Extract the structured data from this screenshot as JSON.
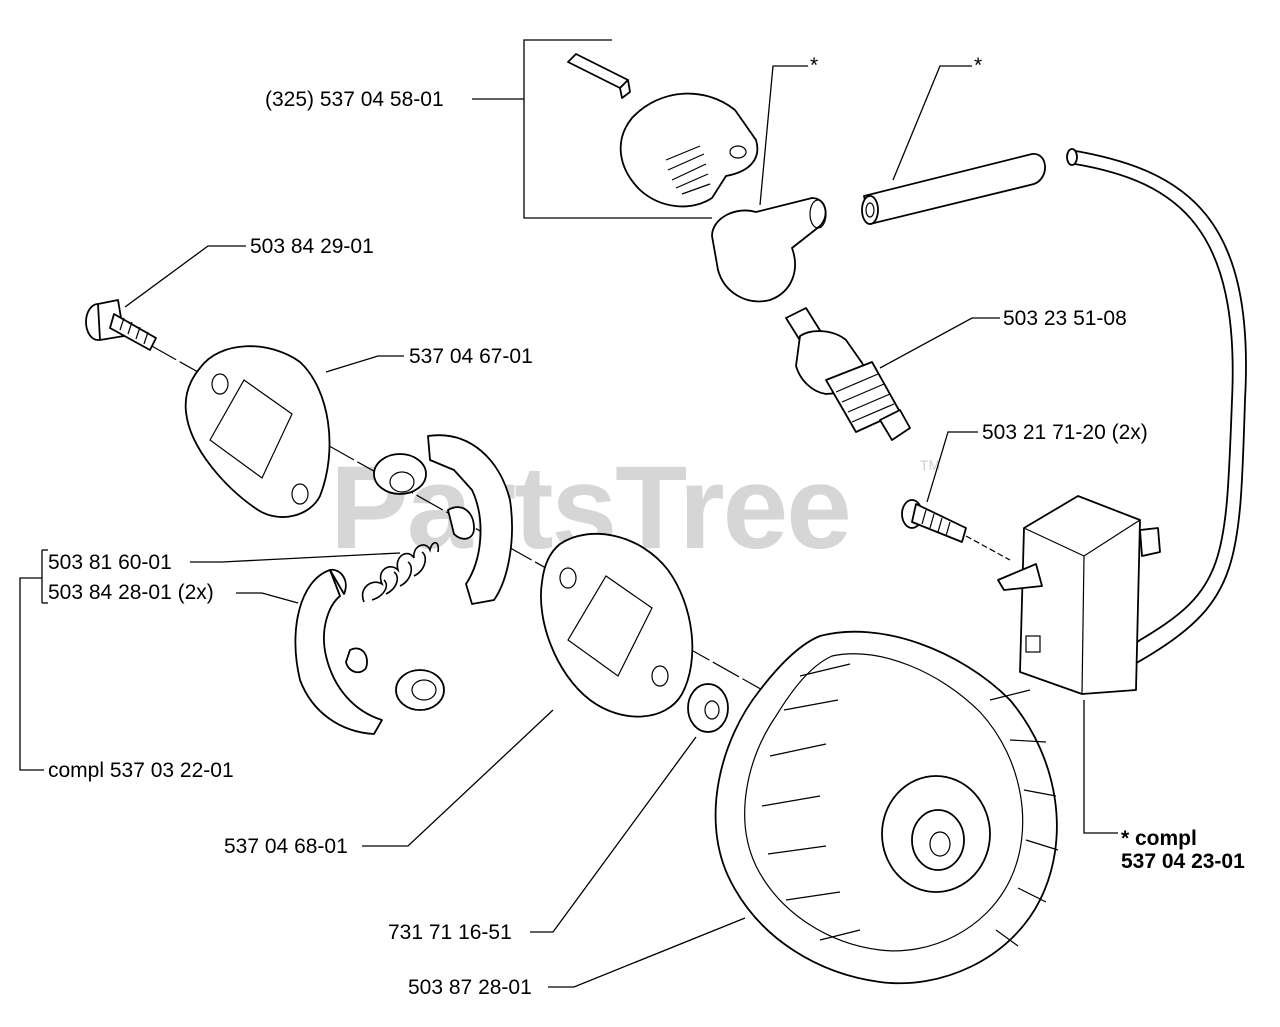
{
  "watermark": {
    "text": "PartsTree",
    "trademark": "TM"
  },
  "parts": {
    "spark_plug_cap_cover": "(325) 537 04 58-01",
    "cap_asterisk": "*",
    "lead_asterisk": "*",
    "screw_top": "503 84 29-01",
    "spark_plug": "503 23 51-08",
    "plate_upper": "537 04 67-01",
    "screw_module": "503 21 71-20 (2x)",
    "spring": "503 81 60-01",
    "clutch_shoe": "503 84 28-01 (2x)",
    "clutch_compl": "compl 537 03 22-01",
    "ignition_compl_line1": "* compl",
    "ignition_compl_line2": "537 04 23-01",
    "plate_lower": "537 04 68-01",
    "washer": "731 71 16-51",
    "flywheel": "503 87 28-01"
  }
}
